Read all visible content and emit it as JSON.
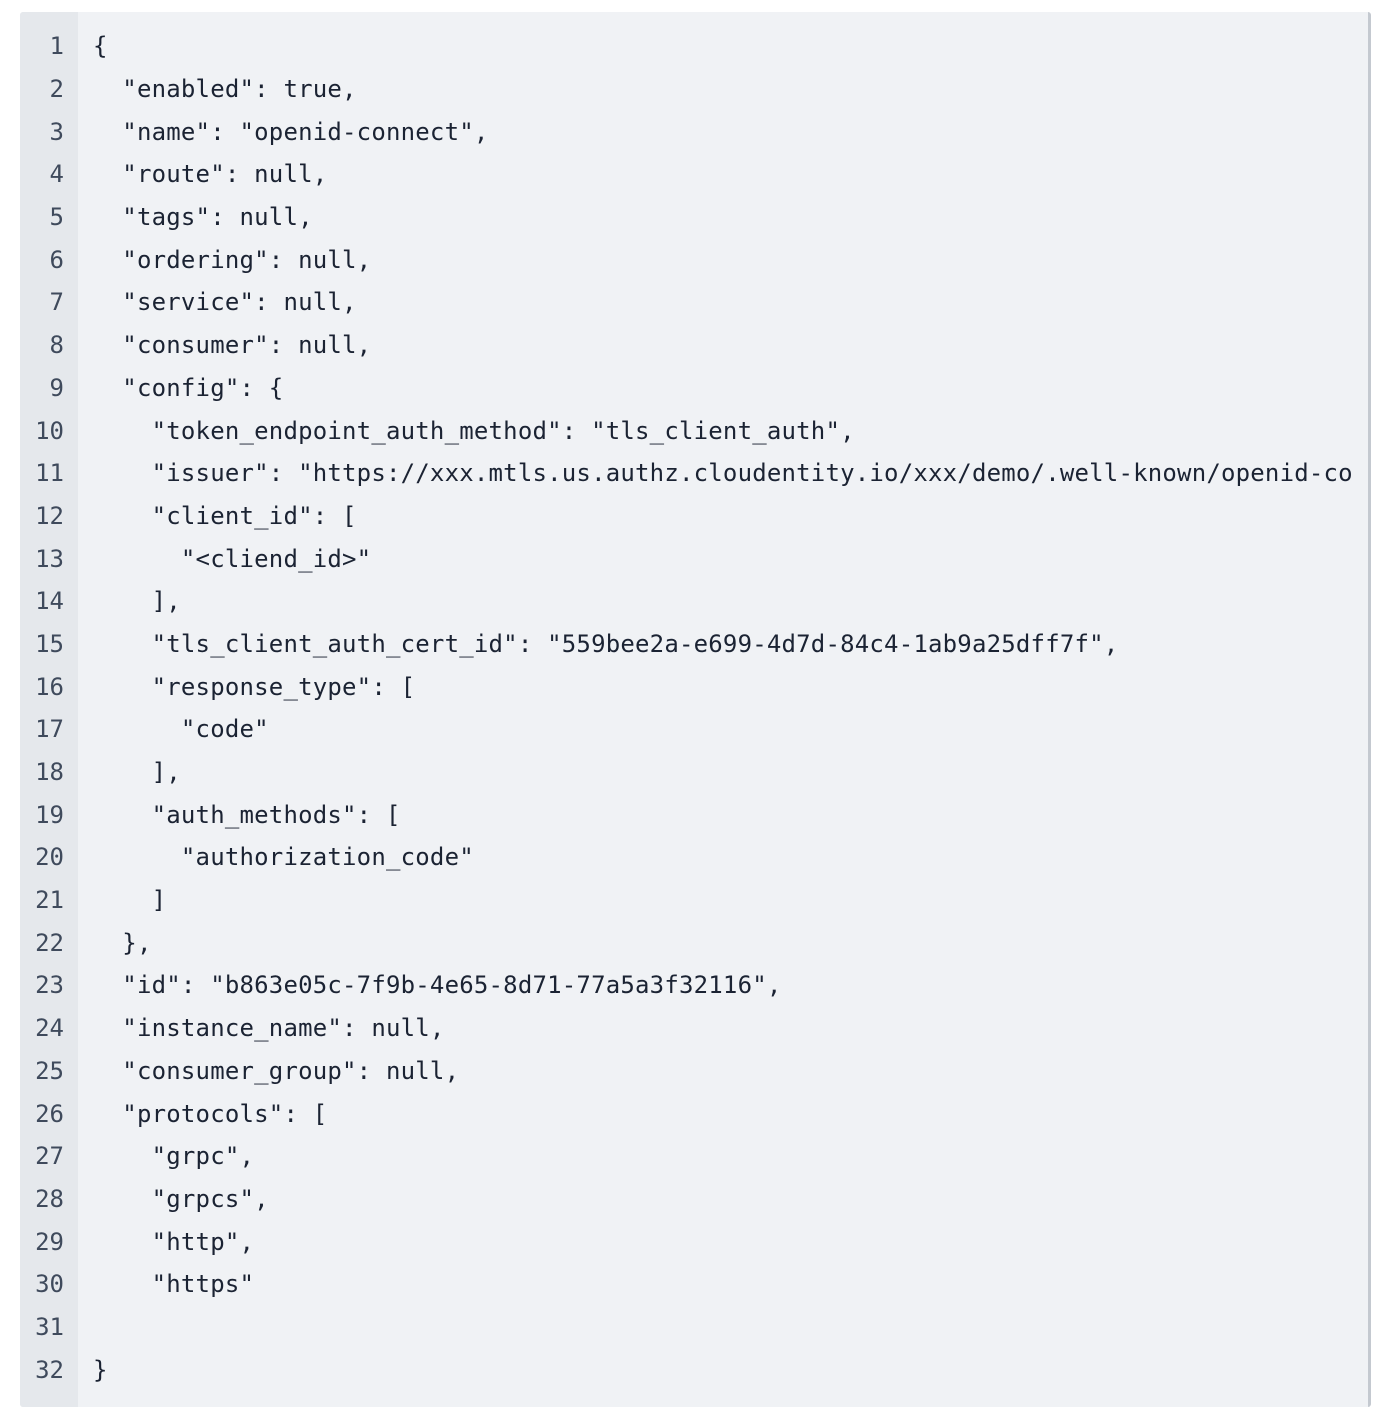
{
  "code_block": {
    "lines": [
      {
        "number": "1",
        "text": "{"
      },
      {
        "number": "2",
        "text": "  \"enabled\": true,"
      },
      {
        "number": "3",
        "text": "  \"name\": \"openid-connect\","
      },
      {
        "number": "4",
        "text": "  \"route\": null,"
      },
      {
        "number": "5",
        "text": "  \"tags\": null,"
      },
      {
        "number": "6",
        "text": "  \"ordering\": null,"
      },
      {
        "number": "7",
        "text": "  \"service\": null,"
      },
      {
        "number": "8",
        "text": "  \"consumer\": null,"
      },
      {
        "number": "9",
        "text": "  \"config\": {"
      },
      {
        "number": "10",
        "text": "    \"token_endpoint_auth_method\": \"tls_client_auth\","
      },
      {
        "number": "11",
        "text": "    \"issuer\": \"https://xxx.mtls.us.authz.cloudentity.io/xxx/demo/.well-known/openid-co"
      },
      {
        "number": "12",
        "text": "    \"client_id\": ["
      },
      {
        "number": "13",
        "text": "      \"<cliend_id>\""
      },
      {
        "number": "14",
        "text": "    ],"
      },
      {
        "number": "15",
        "text": "    \"tls_client_auth_cert_id\": \"559bee2a-e699-4d7d-84c4-1ab9a25dff7f\","
      },
      {
        "number": "16",
        "text": "    \"response_type\": ["
      },
      {
        "number": "17",
        "text": "      \"code\""
      },
      {
        "number": "18",
        "text": "    ],"
      },
      {
        "number": "19",
        "text": "    \"auth_methods\": ["
      },
      {
        "number": "20",
        "text": "      \"authorization_code\""
      },
      {
        "number": "21",
        "text": "    ]"
      },
      {
        "number": "22",
        "text": "  },"
      },
      {
        "number": "23",
        "text": "  \"id\": \"b863e05c-7f9b-4e65-8d71-77a5a3f32116\","
      },
      {
        "number": "24",
        "text": "  \"instance_name\": null,"
      },
      {
        "number": "25",
        "text": "  \"consumer_group\": null,"
      },
      {
        "number": "26",
        "text": "  \"protocols\": ["
      },
      {
        "number": "27",
        "text": "    \"grpc\","
      },
      {
        "number": "28",
        "text": "    \"grpcs\","
      },
      {
        "number": "29",
        "text": "    \"http\","
      },
      {
        "number": "30",
        "text": "    \"https\""
      },
      {
        "number": "31",
        "text": ""
      },
      {
        "number": "32",
        "text": "}"
      }
    ]
  }
}
